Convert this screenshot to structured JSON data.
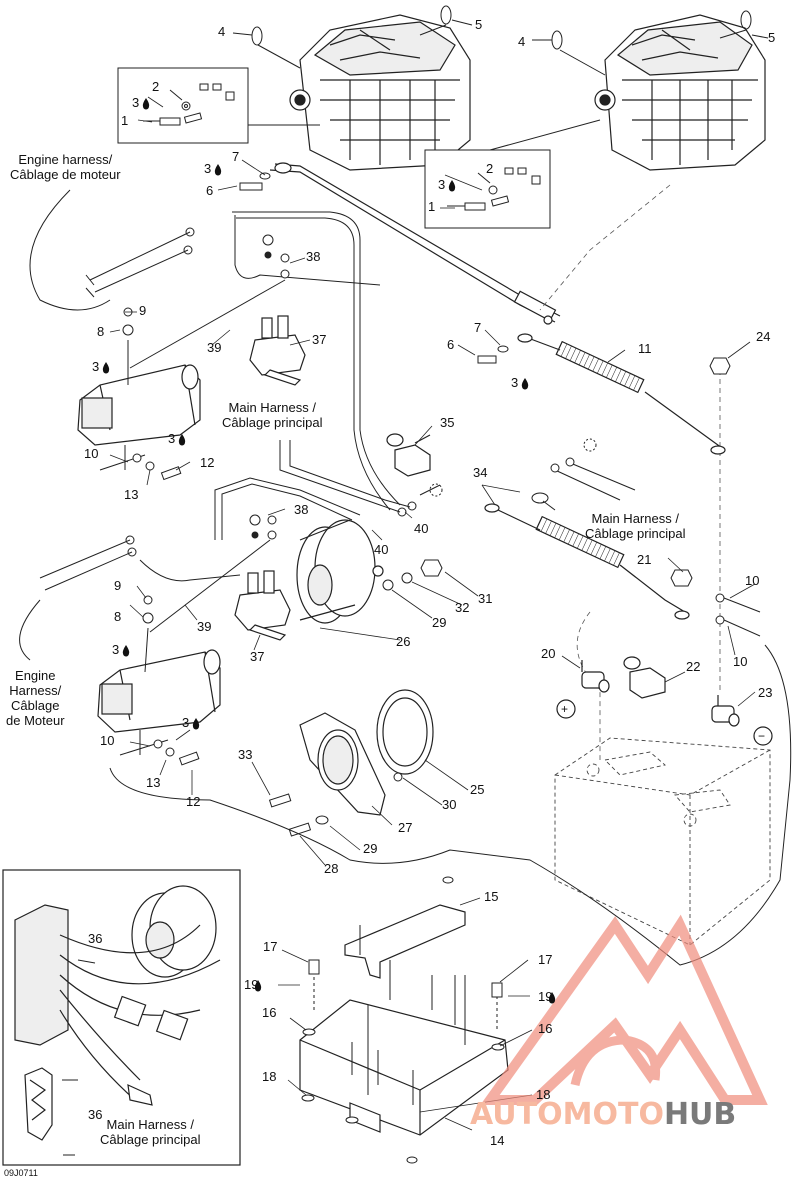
{
  "diagram_code": "09J0711",
  "captions": {
    "engine_harness_top_en": "Engine harness/",
    "engine_harness_top_fr": "Câblage de moteur",
    "main_harness_mid_en": "Main Harness /",
    "main_harness_mid_fr": "Câblage principal",
    "main_harness_right_en": "Main Harness /",
    "main_harness_right_fr": "Câblage principal",
    "engine_harness_low_1": "Engine",
    "engine_harness_low_2": "Harness/",
    "engine_harness_low_3": "Câblage",
    "engine_harness_low_4": "de Moteur",
    "main_harness_inset_en": "Main Harness /",
    "main_harness_inset_fr": "Câblage principal"
  },
  "callouts": [
    {
      "id": "c1",
      "text": "4"
    },
    {
      "id": "c2",
      "text": "5"
    },
    {
      "id": "c3",
      "text": "4"
    },
    {
      "id": "c4",
      "text": "5"
    },
    {
      "id": "c5",
      "text": "2"
    },
    {
      "id": "c6",
      "text": "3"
    },
    {
      "id": "c7",
      "text": "1"
    },
    {
      "id": "c8",
      "text": "2"
    },
    {
      "id": "c9",
      "text": "3"
    },
    {
      "id": "c10",
      "text": "1"
    },
    {
      "id": "c11",
      "text": "7"
    },
    {
      "id": "c12",
      "text": "3"
    },
    {
      "id": "c13",
      "text": "6"
    },
    {
      "id": "c14",
      "text": "38"
    },
    {
      "id": "c15",
      "text": "9"
    },
    {
      "id": "c16",
      "text": "8"
    },
    {
      "id": "c17",
      "text": "39"
    },
    {
      "id": "c18",
      "text": "37"
    },
    {
      "id": "c19",
      "text": "7"
    },
    {
      "id": "c20",
      "text": "6"
    },
    {
      "id": "c21",
      "text": "3"
    },
    {
      "id": "c22",
      "text": "11"
    },
    {
      "id": "c23",
      "text": "24"
    },
    {
      "id": "c24",
      "text": "3"
    },
    {
      "id": "c25",
      "text": "3"
    },
    {
      "id": "c26",
      "text": "10"
    },
    {
      "id": "c27",
      "text": "12"
    },
    {
      "id": "c28",
      "text": "13"
    },
    {
      "id": "c29",
      "text": "35"
    },
    {
      "id": "c30",
      "text": "34"
    },
    {
      "id": "c31",
      "text": "38"
    },
    {
      "id": "c32",
      "text": "40"
    },
    {
      "id": "c33",
      "text": "40"
    },
    {
      "id": "c34",
      "text": "9"
    },
    {
      "id": "c35",
      "text": "8"
    },
    {
      "id": "c36",
      "text": "39"
    },
    {
      "id": "c37",
      "text": "37"
    },
    {
      "id": "c38",
      "text": "26"
    },
    {
      "id": "c39",
      "text": "31"
    },
    {
      "id": "c40",
      "text": "32"
    },
    {
      "id": "c41",
      "text": "29"
    },
    {
      "id": "c42",
      "text": "21"
    },
    {
      "id": "c43",
      "text": "10"
    },
    {
      "id": "c44",
      "text": "10"
    },
    {
      "id": "c45",
      "text": "20"
    },
    {
      "id": "c46",
      "text": "22"
    },
    {
      "id": "c47",
      "text": "23"
    },
    {
      "id": "c48",
      "text": "3"
    },
    {
      "id": "c49",
      "text": "3"
    },
    {
      "id": "c50",
      "text": "10"
    },
    {
      "id": "c51",
      "text": "13"
    },
    {
      "id": "c52",
      "text": "12"
    },
    {
      "id": "c53",
      "text": "33"
    },
    {
      "id": "c54",
      "text": "30"
    },
    {
      "id": "c55",
      "text": "25"
    },
    {
      "id": "c56",
      "text": "27"
    },
    {
      "id": "c57",
      "text": "29"
    },
    {
      "id": "c58",
      "text": "28"
    },
    {
      "id": "c59",
      "text": "15"
    },
    {
      "id": "c60",
      "text": "17"
    },
    {
      "id": "c61",
      "text": "17"
    },
    {
      "id": "c62",
      "text": "19"
    },
    {
      "id": "c63",
      "text": "19"
    },
    {
      "id": "c64",
      "text": "16"
    },
    {
      "id": "c65",
      "text": "16"
    },
    {
      "id": "c66",
      "text": "18"
    },
    {
      "id": "c67",
      "text": "18"
    },
    {
      "id": "c68",
      "text": "14"
    },
    {
      "id": "c69",
      "text": "36"
    },
    {
      "id": "c70",
      "text": "36"
    }
  ],
  "polarity": {
    "positive": "+",
    "negative": "−"
  },
  "drop_icon": "oil-drop-icon",
  "watermark": {
    "part1": "AUTOMOTO",
    "part2": "HUB",
    "color1": "#f7b9a0",
    "color2": "#7a7a7a",
    "logo_color": "#f08c7c"
  }
}
